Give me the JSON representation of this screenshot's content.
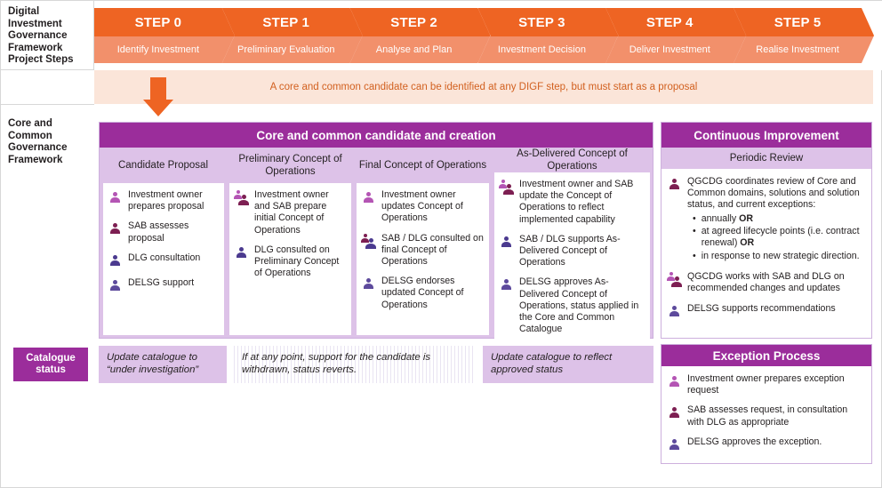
{
  "steps_section": {
    "label": "Digital Investment Governance Framework Project Steps",
    "steps": [
      {
        "number": "STEP 0",
        "name": "Identify Investment"
      },
      {
        "number": "STEP 1",
        "name": "Preliminary Evaluation"
      },
      {
        "number": "STEP 2",
        "name": "Analyse and Plan"
      },
      {
        "number": "STEP 3",
        "name": "Investment Decision"
      },
      {
        "number": "STEP 4",
        "name": "Deliver Investment"
      },
      {
        "number": "STEP 5",
        "name": "Realise Investment"
      }
    ],
    "note": "A core and common candidate can be identified at any DIGF step, but must start as a proposal"
  },
  "framework_label": "Core and Common Governance Framework",
  "candidate_panel": {
    "title": "Core and common candidate and creation",
    "columns": [
      {
        "heading": "Candidate Proposal",
        "items": [
          {
            "role": "investment-owner",
            "text": "Investment owner prepares proposal"
          },
          {
            "role": "sab",
            "text": "SAB assesses proposal"
          },
          {
            "role": "dlg",
            "text": "DLG consultation"
          },
          {
            "role": "delsg",
            "text": "DELSG support"
          }
        ]
      },
      {
        "heading": "Preliminary Concept of Operations",
        "items": [
          {
            "role": "investment-owner-and-sab",
            "text": "Investment owner and SAB prepare initial Concept of Operations"
          },
          {
            "role": "dlg",
            "text": "DLG consulted on Preliminary Concept of Operations"
          }
        ]
      },
      {
        "heading": "Final Concept of Operations",
        "items": [
          {
            "role": "investment-owner",
            "text": "Investment owner updates Concept of Operations"
          },
          {
            "role": "sab-and-dlg",
            "text": "SAB / DLG consulted on final Concept of Operations"
          },
          {
            "role": "delsg",
            "text": "DELSG endorses updated Concept of Operations"
          }
        ]
      },
      {
        "heading": "As-Delivered Concept of Operations",
        "items": [
          {
            "role": "investment-owner-and-sab",
            "text": "Investment owner and SAB update the Concept of Operations to reflect implemented capability"
          },
          {
            "role": "sab-dlg",
            "text": "SAB / DLG supports As-Delivered Concept of Operations"
          },
          {
            "role": "delsg",
            "text": "DELSG approves As-Delivered Concept of Operations, status applied in the Core and Common Catalogue"
          }
        ]
      }
    ]
  },
  "continuous_improvement": {
    "title": "Continuous Improvement",
    "subtitle": "Periodic Review",
    "items": [
      {
        "role": "qgcdg",
        "text": "QGCDG coordinates review of Core and Common domains, solutions and solution status, and current exceptions:",
        "subitems": [
          {
            "text": "annually ",
            "emphasis": "OR",
            "tail": ""
          },
          {
            "text": "at agreed lifecycle points (i.e. contract renewal) ",
            "emphasis": "OR",
            "tail": ""
          },
          {
            "text": "in response to new strategic direction.",
            "emphasis": "",
            "tail": ""
          }
        ]
      },
      {
        "role": "qgcdg-and-sab-dlg",
        "text": "QGCDG works with SAB and DLG on recommended changes and updates"
      },
      {
        "role": "delsg",
        "text": "DELSG supports recommendations"
      }
    ]
  },
  "exception_process": {
    "title": "Exception Process",
    "items": [
      {
        "role": "investment-owner",
        "text": "Investment owner prepares exception request"
      },
      {
        "role": "sab",
        "text": "SAB assesses request, in consultation with DLG as appropriate"
      },
      {
        "role": "delsg",
        "text": "DELSG approves the exception."
      }
    ]
  },
  "catalogue_status": {
    "label": "Catalogue status",
    "cells": [
      {
        "text": "Update catalogue to “under investigation”",
        "style": "solid"
      },
      {
        "text": "If at any point, support for the candidate is withdrawn, status reverts.",
        "style": "hatched"
      },
      {
        "text": "Update catalogue to reflect approved status",
        "style": "solid"
      }
    ]
  },
  "colors": {
    "step_top": "#ee6423",
    "step_bottom": "#f2906b",
    "note_band": "#fbe5d9",
    "note_text": "#d2601f",
    "panel_header": "#9b2d9b",
    "panel_subheader": "#ddc2e8",
    "panel_border": "#cdb0dd",
    "role_investment_owner": "#b455b4",
    "role_sab": "#7d1f52",
    "role_dlg": "#4b3a8f",
    "role_delsg": "#5d4a9c",
    "role_qgcdg": "#7d1f52"
  }
}
